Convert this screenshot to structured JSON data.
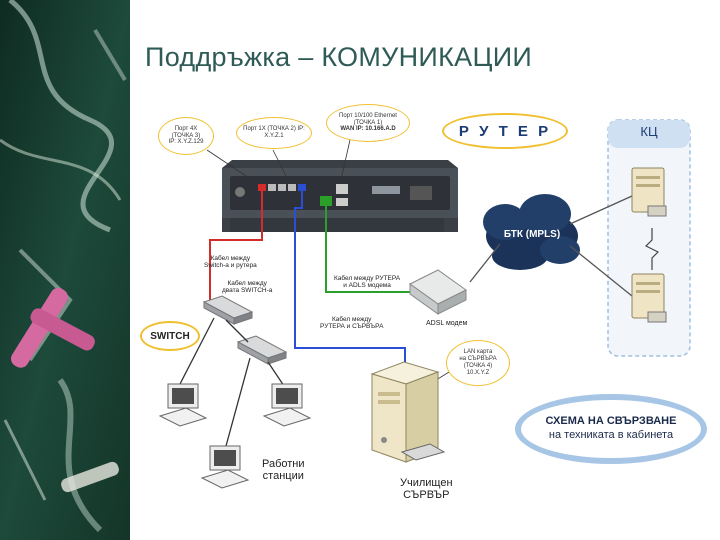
{
  "title": "Поддръжка – КОМУНИКАЦИИ",
  "router_label": "Р У Т Е Р",
  "kc_label": "КЦ",
  "btk_label": "БТК (MPLS)",
  "switch_label": "SWITCH",
  "adsl_label": "ADSL модем",
  "workstations_label": [
    "Работни",
    "станции"
  ],
  "server_label": [
    "Училищен",
    "СЪРВЪР"
  ],
  "schema_label": [
    "СХЕМА НА СВЪРЗВАНЕ",
    "на техниката в кабинета"
  ],
  "callouts": {
    "port4x": [
      "Порт 4X",
      "(ТОЧКА 3)",
      "IP: X.Y.Z.129"
    ],
    "port1x": [
      "Порт 1X (ТОЧКА 2) IP:",
      "X.Y.Z.1"
    ],
    "port10100": [
      "Порт 10/100 Ethernet",
      "(ТОЧКА 1)",
      "WAN IP: 10.166.A.D"
    ],
    "lan_card": [
      "LAN карта",
      "на СЪРВЪРА",
      "(ТОЧКА 4)",
      "10.X.Y.Z"
    ]
  },
  "cable_labels": {
    "switch_router": [
      "Кабел между",
      "Switch-а и рутера"
    ],
    "two_switches": [
      "Кабел между",
      "двата SWITCH-a"
    ],
    "router_adsl": [
      "Кабел между РУТЕРА",
      "и ADLS модема"
    ],
    "router_server": [
      "Кабел между",
      "РУТЕРА и СЪРВЪРА"
    ]
  },
  "colors": {
    "title": "#2f5b56",
    "callout_border": "#f0c030",
    "cable_red": "#d42b2b",
    "cable_blue": "#2b4fd4",
    "cable_green": "#2aa02a",
    "kc_panel_border": "#9fbfe0",
    "schema_border": "#a7c6e6"
  }
}
